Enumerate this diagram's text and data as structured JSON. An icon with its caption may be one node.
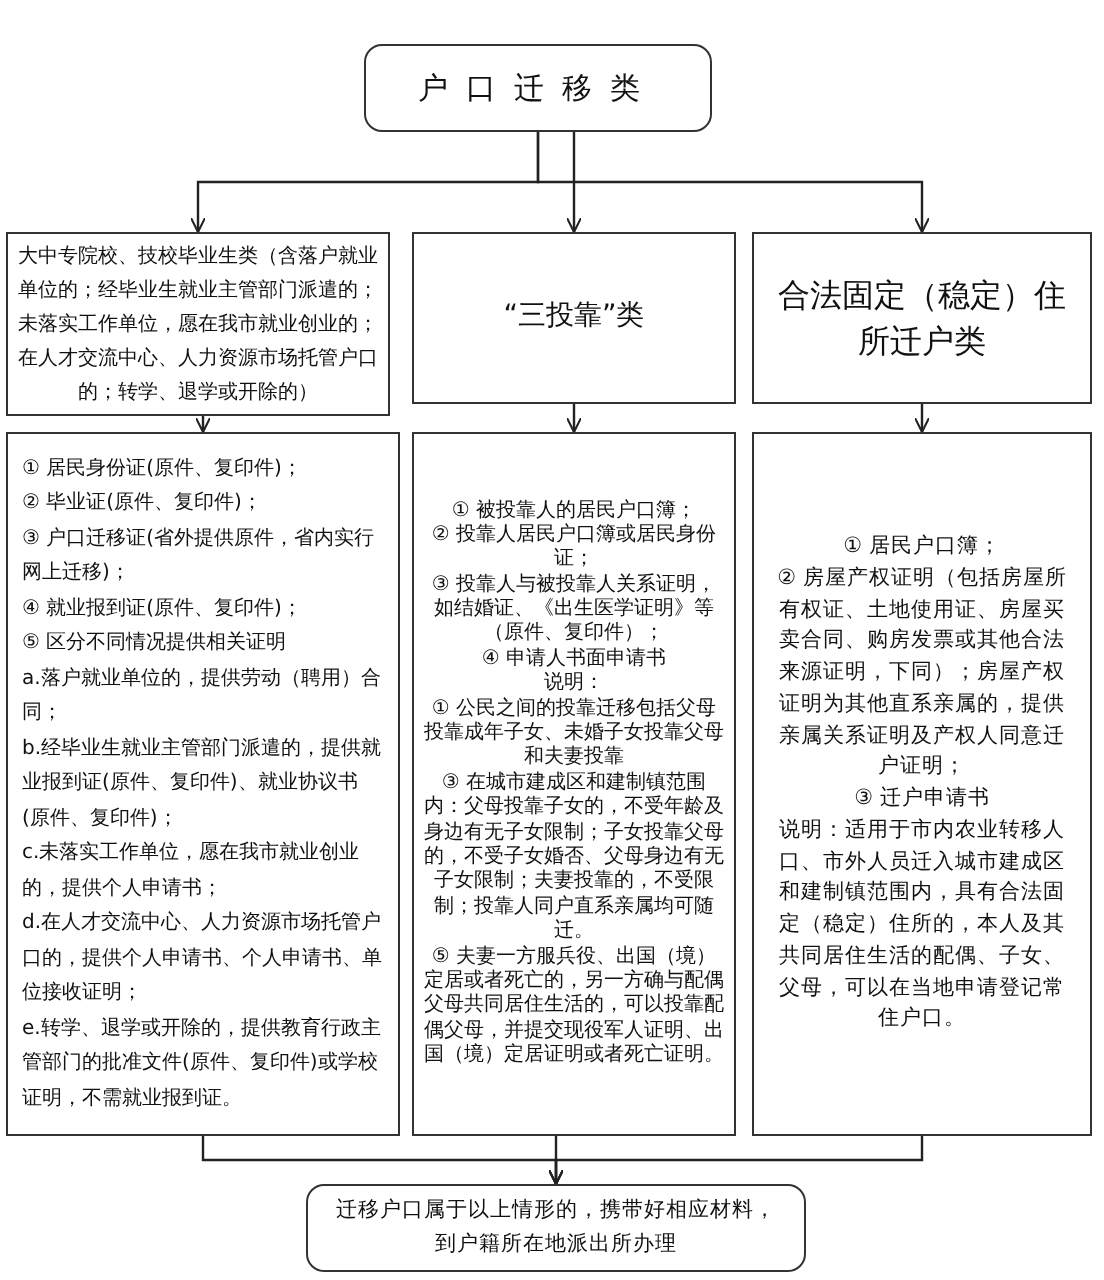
{
  "diagram": {
    "nodes": [
      {
        "text": [
          "户口迁移类"
        ]
      },
      {
        "text": [
          "大中专院校、技校毕业生类（含落户就业单位的；经毕业生就业主管部门派遣的；未落实工作单位，愿在我市就业创业的；在人才交流中心、人力资源市场托管户口的；转学、退学或开除的）"
        ]
      },
      {
        "text": [
          "“三投靠”类"
        ]
      },
      {
        "text": [
          "合法固定（稳定）住所迁户类"
        ]
      },
      {
        "text": [
          "① 居民身份证(原件、复印件)；",
          "② 毕业证(原件、复印件)；",
          "③ 户口迁移证(省外提供原件，省内实行网上迁移)；",
          "④ 就业报到证(原件、复印件)；",
          "⑤ 区分不同情况提供相关证明",
          "a.落户就业单位的，提供劳动（聘用）合同；",
          "b.经毕业生就业主管部门派遣的，提供就业报到证(原件、复印件)、就业协议书(原件、复印件)；",
          "c.未落实工作单位，愿在我市就业创业的，提供个人申请书；",
          "d.在人才交流中心、人力资源市场托管户口的，提供个人申请书、个人申请书、单位接收证明；",
          "e.转学、退学或开除的，提供教育行政主管部门的批准文件(原件、复印件)或学校证明，不需就业报到证。"
        ]
      },
      {
        "text": [
          "① 被投靠人的居民户口簿；",
          "② 投靠人居民户口簿或居民身份证；",
          "③ 投靠人与被投靠人关系证明，如结婚证、《出生医学证明》等（原件、复印件）；",
          "④ 申请人书面申请书",
          "说明：",
          "① 公民之间的投靠迁移包括父母投靠成年子女、未婚子女投靠父母和夫妻投靠",
          "③ 在城市建成区和建制镇范围内：父母投靠子女的，不受年龄及身边有无子女限制；子女投靠父母的，不受子女婚否、父母身边有无子女限制；夫妻投靠的，不受限制；投靠人同户直系亲属均可随迁。",
          "⑤ 夫妻一方服兵役、出国（境）定居或者死亡的，另一方确与配偶父母共同居住生活的，可以投靠配偶父母，并提交现役军人证明、出国（境）定居证明或者死亡证明。"
        ]
      },
      {
        "text": [
          "① 居民户口簿；",
          "② 房屋产权证明（包括房屋所有权证、土地使用证、房屋买卖合同、购房发票或其他合法来源证明，下同）；房屋产权证明为其他直系亲属的，提供亲属关系证明及产权人同意迁户证明；",
          "③ 迁户申请书",
          "说明：适用于市内农业转移人口、市外人员迁入城市建成区和建制镇范围内，具有合法固定（稳定）住所的，本人及其共同居住生活的配偶、子女、父母，可以在当地申请登记常住户口。"
        ]
      },
      {
        "text": [
          "迁移户口属于以上情形的，携带好相应材料，到户籍所在地派出所办理"
        ]
      }
    ],
    "edges": [
      {
        "from": 0,
        "to": 1,
        "arrow": "to"
      },
      {
        "from": 0,
        "to": 2,
        "arrow": "to"
      },
      {
        "from": 0,
        "to": 3,
        "arrow": "to"
      },
      {
        "from": 1,
        "to": 4,
        "arrow": "to"
      },
      {
        "from": 2,
        "to": 5,
        "arrow": "to"
      },
      {
        "from": 3,
        "to": 6,
        "arrow": "to"
      },
      {
        "from": 4,
        "to": 7,
        "arrow": "to"
      },
      {
        "from": 5,
        "to": 7,
        "arrow": "to"
      },
      {
        "from": 6,
        "to": 7,
        "arrow": "to"
      }
    ]
  }
}
